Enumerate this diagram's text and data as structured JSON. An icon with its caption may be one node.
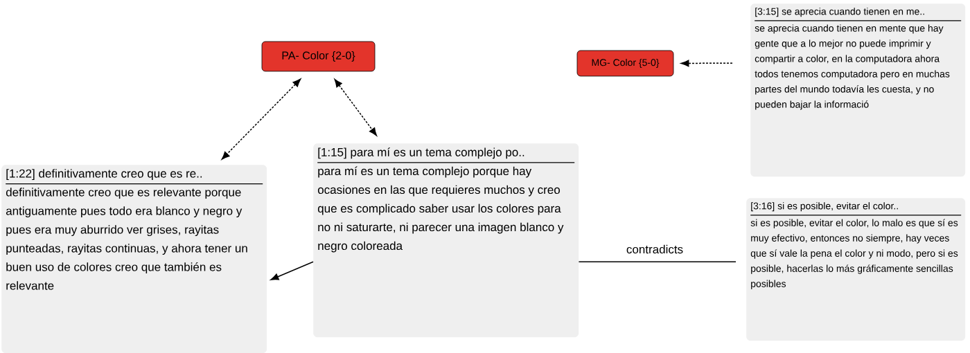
{
  "diagram": {
    "nodes": [
      {
        "text": [
          "PA- Color {2-0}"
        ]
      },
      {
        "text": [
          "MG- Color {5-0}"
        ]
      },
      {
        "text": [
          "[3:15] se aprecia cuando tienen en me..",
          "se aprecia cuando tienen en mente que hay gente que a lo mejor no puede imprimir y compartir a color, en la computadora ahora todos tenemos computadora pero en muchas partes del mundo todavía les cuesta, y no pueden bajar la informació"
        ]
      },
      {
        "text": [
          "[1:22] definitivamente creo que es re..",
          "definitivamente creo que es relevante porque antiguamente pues todo era blanco y negro y pues era muy aburrido ver grises, rayitas punteadas, rayitas continuas, y ahora tener un buen uso de colores creo que también es relevante"
        ]
      },
      {
        "text": [
          "[1:15] para mí es un tema complejo po..",
          "para mí es un tema complejo porque hay ocasiones en las que requieres muchos y creo que es complicado saber usar los colores para no ni saturarte, ni parecer una imagen blanco y negro coloreada"
        ]
      },
      {
        "text": [
          "[3:16] si es posible, evitar el color..",
          "si es posible, evitar el color, lo malo es que sí es muy efectivo, entonces no siempre, hay veces que sí vale la pena el color y ni modo, pero si es posible, hacerlas lo más gráficamente sencillas posibles"
        ]
      }
    ],
    "edges": [
      {
        "from": 0,
        "to": 3,
        "arrow": "both",
        "style": "dashed"
      },
      {
        "from": 0,
        "to": 4,
        "arrow": "both",
        "style": "dashed"
      },
      {
        "from": 2,
        "to": 1,
        "arrow": "to",
        "style": "dashed"
      },
      {
        "from": 4,
        "to": 3,
        "arrow": "to"
      },
      {
        "from": 5,
        "to": 4,
        "arrow": "none",
        "label": "contradicts"
      }
    ]
  }
}
